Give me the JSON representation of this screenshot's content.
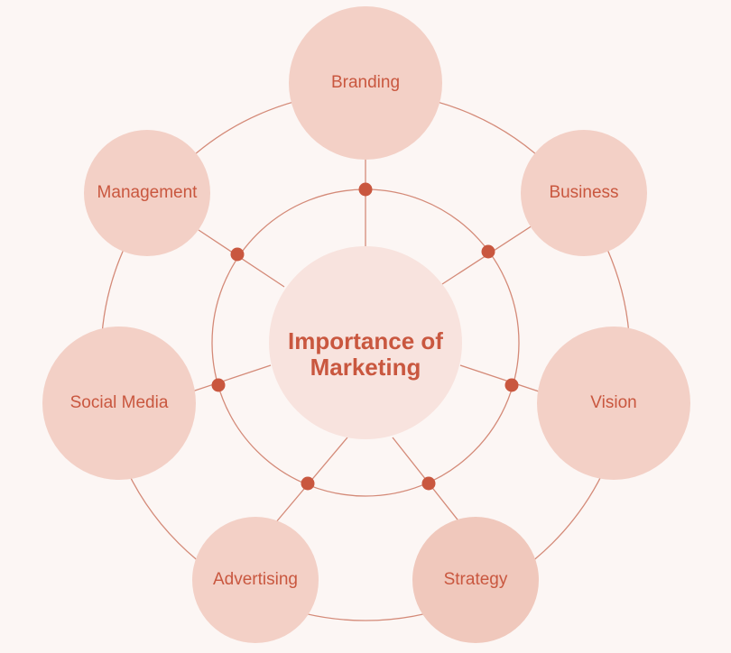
{
  "center": {
    "line1": "Importance of",
    "line2": "Marketing"
  },
  "nodes": [
    {
      "label": "Branding"
    },
    {
      "label": "Business"
    },
    {
      "label": "Vision"
    },
    {
      "label": "Strategy"
    },
    {
      "label": "Advertising"
    },
    {
      "label": "Social Media"
    },
    {
      "label": "Management"
    }
  ],
  "colors": {
    "background": "#fcf6f4",
    "node_fill": "#f3d0c6",
    "center_fill": "#f8e3de",
    "accent": "#c9573f",
    "line": "#d48a78"
  }
}
